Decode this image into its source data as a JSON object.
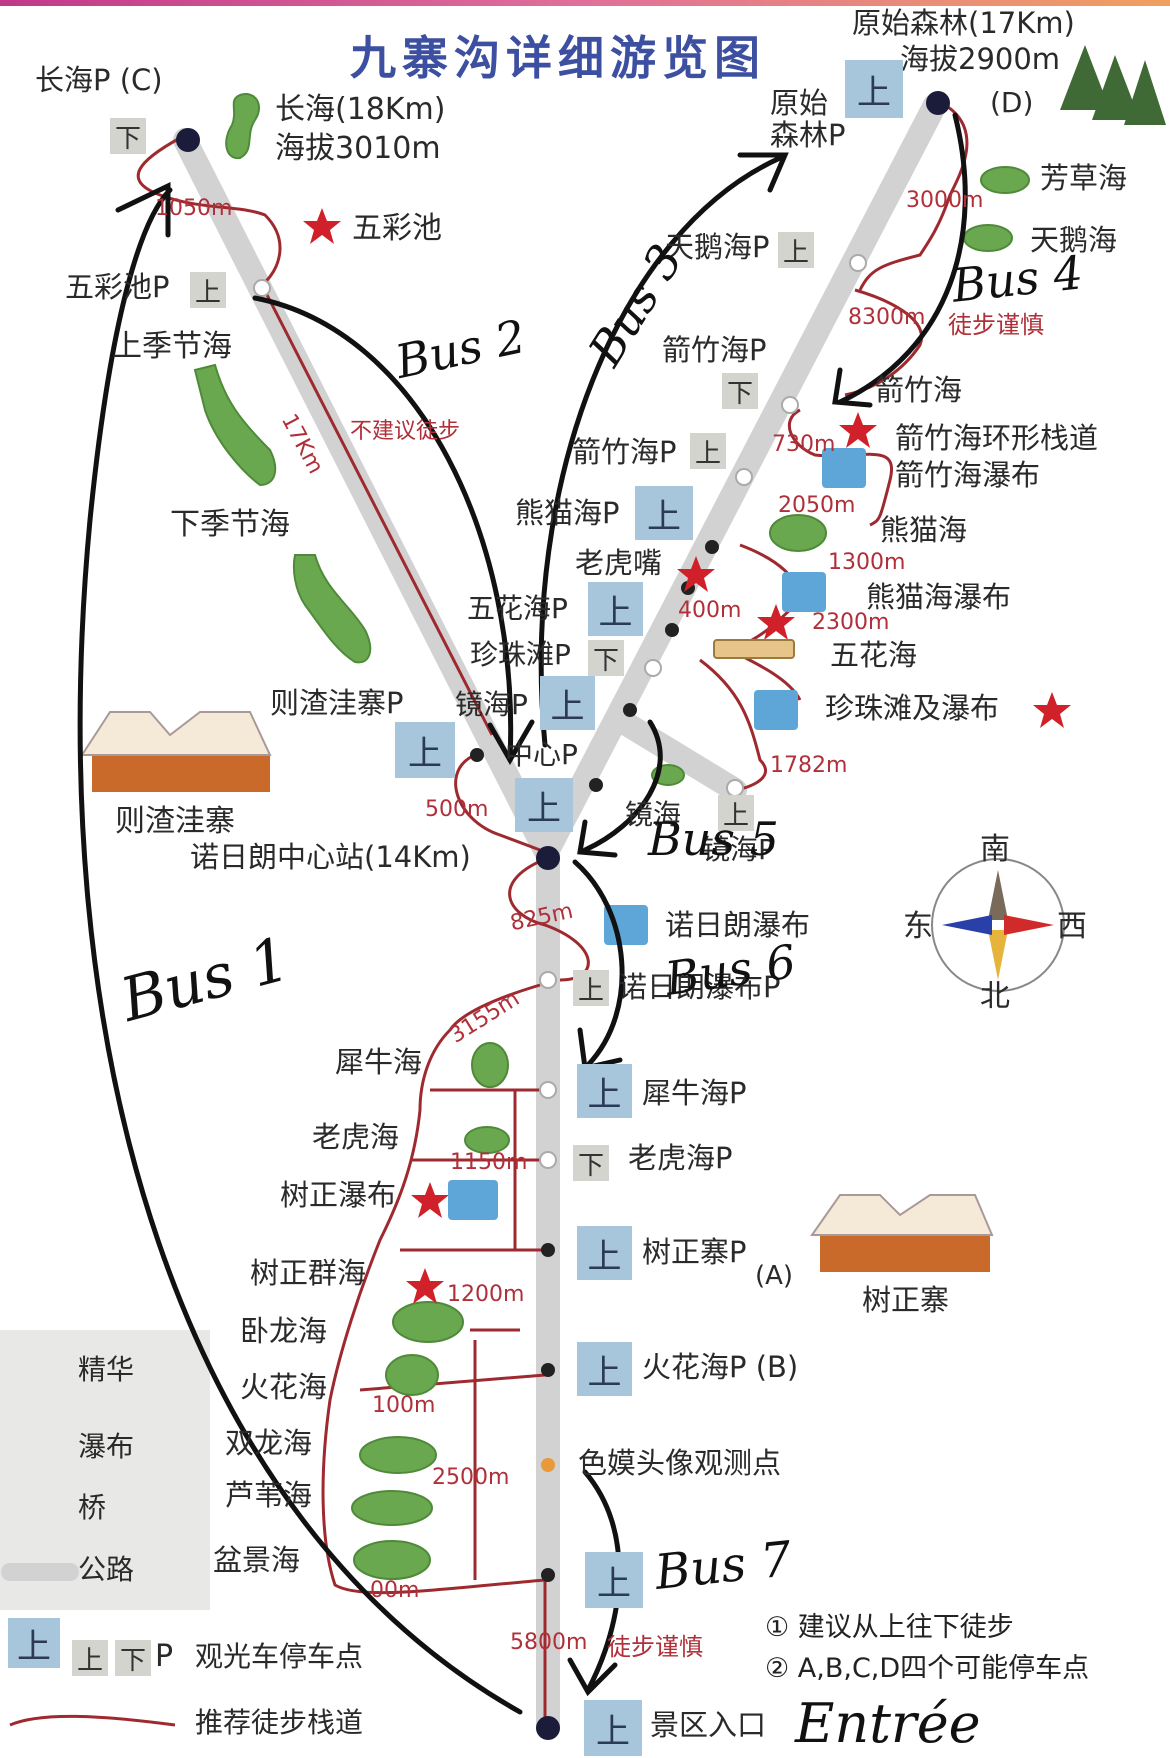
{
  "title": "九寨沟详细游览图",
  "places": {
    "changhai_p": "长海P (C)",
    "changhai": "长海(18Km)",
    "changhai_alt": "海拔3010m",
    "wucaichi": "五彩池",
    "wucaichi_p": "五彩池P",
    "shangjijiehai": "上季节海",
    "xiajijiehai": "下季节海",
    "zezhawa_p": "则渣洼寨P",
    "zezhawa": "则渣洼寨",
    "nuorilang": "诺日朗中心站(14Km)",
    "zhongxin_p": "中心P",
    "jinghai_p1": "镜海P",
    "jinghai": "镜海",
    "jinghai_p2": "镜海P",
    "primeval": "原始森林(17Km)",
    "primeval_alt": "海拔2900m",
    "primeval_p": "原始\n森林P",
    "d_label": "(D)",
    "fangcaohai": "芳草海",
    "tianehai": "天鹅海",
    "tianehai_p": "天鹅海P",
    "jianzhuhai_p_down": "箭竹海P",
    "jianzhuhai": "箭竹海",
    "jianzhuhai_p_up": "箭竹海P",
    "jianzhu_loop": "箭竹海环形栈道",
    "jianzhu_fall": "箭竹海瀑布",
    "xiongmaohai_p": "熊猫海P",
    "xiongmaohai": "熊猫海",
    "laohuzui": "老虎嘴",
    "xiongmao_fall": "熊猫海瀑布",
    "wuhuahai_p": "五花海P",
    "wuhuahai": "五花海",
    "zhenzhutan_p": "珍珠滩P",
    "zhenzhutan": "珍珠滩及瀑布",
    "nuorilang_fall": "诺日朗瀑布",
    "nuorilang_fall_p": "诺日朗瀑布P",
    "xiniuhai": "犀牛海",
    "xiniuhai_p": "犀牛海P",
    "laohuhai": "老虎海",
    "laohuhai_p": "老虎海P",
    "shuzheng_fall": "树正瀑布",
    "shuzheng_qunhai": "树正群海",
    "shuzhengzhai_p": "树正寨P",
    "a_label": "(A)",
    "shuzhengzhai": "树正寨",
    "wolonghai": "卧龙海",
    "huohuahai": "火花海",
    "huohuahai_p": "火花海P (B)",
    "shuanglonghai": "双龙海",
    "luweihai": "芦苇海",
    "penjinghai": "盆景海",
    "semo": "色嫫头像观测点",
    "entrance": "景区入口",
    "walk_caution1": "徒步谨慎",
    "walk_caution2": "徒步谨慎",
    "not_recommended": "不建议徒步"
  },
  "distances": {
    "d1050": "1050m",
    "d17km": "17Km",
    "d500": "500m",
    "d825": "825m",
    "d3155": "3155m",
    "d1150": "1150m",
    "d1200": "1200m",
    "d100": "100m",
    "d2500": "2500m",
    "d00": "00m",
    "d5800": "5800m",
    "d3000": "3000m",
    "d8300": "8300m",
    "d730": "730m",
    "d2050": "2050m",
    "d1300": "1300m",
    "d400": "400m",
    "d2300": "2300m",
    "d1782": "1782m"
  },
  "compass": {
    "south": "南",
    "north": "北",
    "east": "东",
    "west": "西"
  },
  "legend": {
    "highlight": "精华",
    "waterfall": "瀑布",
    "bridge": "桥",
    "road": "公路",
    "bus_stop": "观光车停车点",
    "trail": "推荐徒步栈道",
    "up": "上",
    "down": "下",
    "p": "P"
  },
  "notes": {
    "n1": "① 建议从上往下徒步",
    "n2": "② A,B,C,D四个可能停车点"
  },
  "handwritten": {
    "bus1": "Bus 1",
    "bus2": "Bus 2",
    "bus3": "Bus 3",
    "bus4": "Bus 4",
    "bus5": "Bus 5",
    "bus6": "Bus 6",
    "bus7": "Bus 7",
    "entree": "Entrée"
  },
  "badge": {
    "up": "上",
    "down": "下"
  },
  "colors": {
    "road": "#d2d2d2",
    "trail": "#9e2a2f",
    "lake": "#6aa84f",
    "star": "#d0202a",
    "badge": "#a7c6dc",
    "title": "#3d4fa0",
    "ink": "#111111"
  }
}
